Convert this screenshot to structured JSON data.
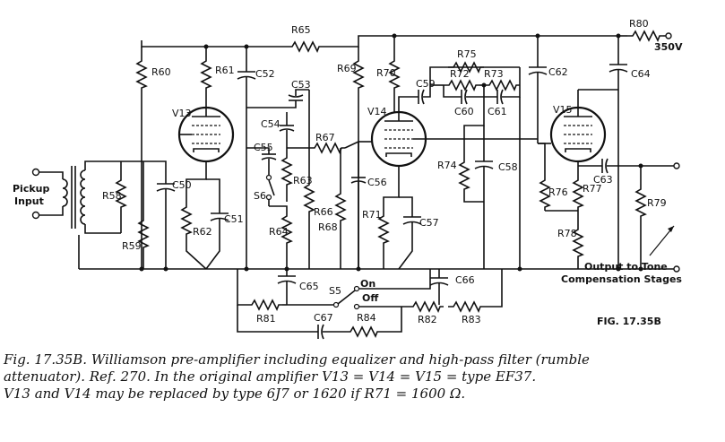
{
  "labels": {
    "R65": "R65",
    "R60": "R60",
    "R61": "R61",
    "C52": "C52",
    "C53": "C53",
    "C54": "C54",
    "C55": "C55",
    "S6": "S6",
    "R63": "R63",
    "R64": "R64",
    "R67": "R67",
    "R66": "R66",
    "R68": "R68",
    "R69": "R69",
    "R70": "R70",
    "C59": "C59",
    "R75": "R75",
    "R72": "R72",
    "R73": "R73",
    "C60": "C60",
    "C61": "C61",
    "C62": "C62",
    "R80": "R80",
    "V350": "350V",
    "C64": "C64",
    "V13": "V13",
    "V14": "V14",
    "V15": "V15",
    "R58": "R58",
    "C50": "C50",
    "R59": "R59",
    "R62": "R62",
    "C51": "C51",
    "C56": "C56",
    "R71": "R71",
    "C57": "C57",
    "R74": "R74",
    "C58": "C58",
    "R76": "R76",
    "R77": "R77",
    "C63": "C63",
    "R79": "R79",
    "R78": "R78",
    "C65": "C65",
    "S5": "S5",
    "on": "On",
    "off": "Off",
    "C66": "C66",
    "R81": "R81",
    "C67": "C67",
    "R84": "R84",
    "R82": "R82",
    "R83": "R83"
  },
  "input_label": [
    "Pickup",
    "Input"
  ],
  "output_label": [
    "Output to Tone",
    "Compensation Stages"
  ],
  "fig_tag": "FIG. 17.35B",
  "caption": {
    "fignum": "Fig. 17.35B.",
    "line1": "Williamson pre-amplifier including equalizer and high-pass filter (rumble",
    "line2": "attenuator).  Ref. 270.  In the original amplifier V13 = V14 = V15 = type EF37.",
    "line3": "V13 and V14 may be replaced by type 6J7 or 1620 if R71 = 1600 Ω."
  }
}
